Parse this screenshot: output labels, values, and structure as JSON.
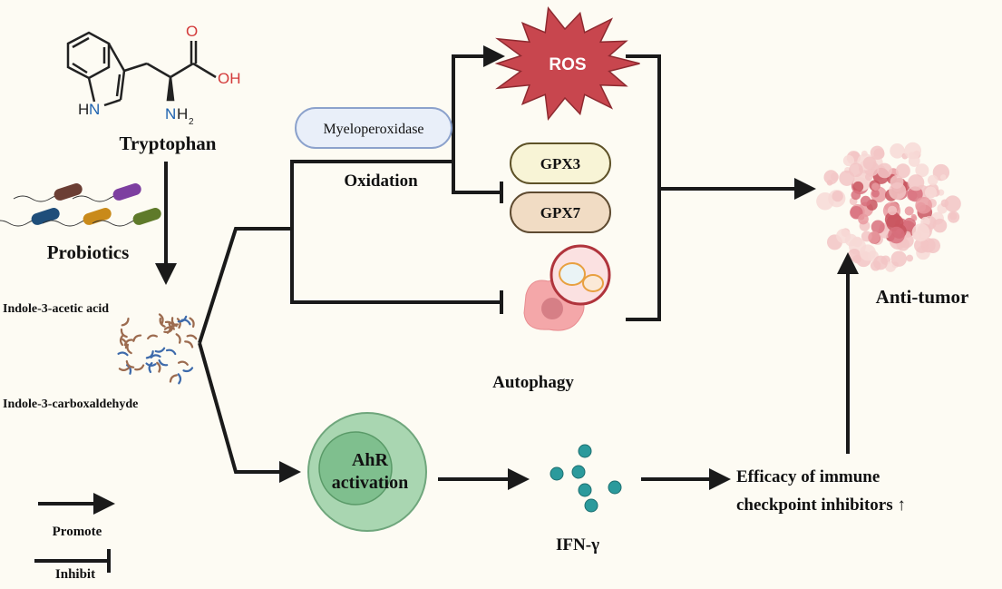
{
  "tryptophan": {
    "label": "Tryptophan",
    "atoms": {
      "o": "O",
      "oh": "OH",
      "hn": "HN",
      "n": "N",
      "h": "H",
      "sub2": "2"
    }
  },
  "probiotics": {
    "label": "Probiotics",
    "colors": [
      "#6b3e34",
      "#7d3fa0",
      "#1f4e7a",
      "#c98a1a",
      "#5f7a2a"
    ]
  },
  "metabolites": {
    "iaa": "Indole-3-acetic acid",
    "iaa_color": "#9c6b4f",
    "ica": "Indole-3-carboxaldehyde",
    "ica_color": "#3d6aab"
  },
  "oxidation": {
    "enzyme": "Myeloperoxidase",
    "label": "Oxidation"
  },
  "ros": {
    "label": "ROS",
    "color": "#c8464e"
  },
  "gpx": {
    "gpx3": "GPX3",
    "gpx7": "GPX7"
  },
  "autophagy": {
    "label": "Autophagy"
  },
  "ahr": {
    "line1": "AhR",
    "line2": "activation"
  },
  "ifn": {
    "label": "IFN-γ",
    "color": "#2b9a9c"
  },
  "efficacy": {
    "line1": "Efficacy of immune",
    "line2": "checkpoint inhibitors ↑"
  },
  "outcome": {
    "label": "Anti-tumor"
  },
  "legend": {
    "promote": "Promote",
    "inhibit": "Inhibit"
  }
}
